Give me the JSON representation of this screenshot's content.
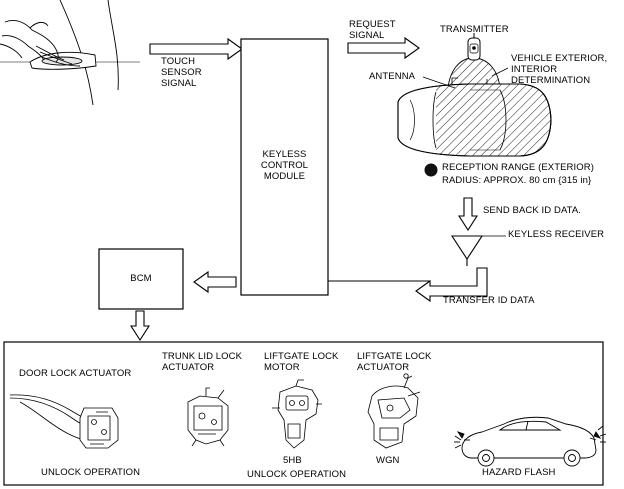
{
  "signals": {
    "touch_sensor": "TOUCH\nSENSOR\nSIGNAL",
    "request": "REQUEST\nSIGNAL",
    "transmitter": "TRANSMITTER",
    "vehicle_determination": "VEHICLE EXTERIOR,\nINTERIOR\nDETERMINATION",
    "antenna": "ANTENNA",
    "reception_range": "RECEPTION RANGE (EXTERIOR)",
    "radius": "RADIUS: APPROX. 80 cm {315 in}",
    "send_back": "SEND BACK ID DATA.",
    "keyless_receiver": "KEYLESS RECEIVER",
    "transfer": "TRANSFER ID DATA"
  },
  "modules": {
    "keyless": "KEYLESS\nCONTROL\nMODULE",
    "bcm": "BCM"
  },
  "outputs": {
    "door_lock": "DOOR LOCK ACTUATOR",
    "trunk_lid": "TRUNK LID LOCK\nACTUATOR",
    "liftgate_motor": "LIFTGATE LOCK\nMOTOR",
    "liftgate_actuator": "LIFTGATE LOCK\nACTUATOR",
    "unlock_operation_1": "UNLOCK OPERATION",
    "variant_5hb": "5HB",
    "unlock_operation_2": "UNLOCK OPERATION",
    "variant_wgn": "WGN",
    "hazard_flash": "HAZARD FLASH"
  }
}
